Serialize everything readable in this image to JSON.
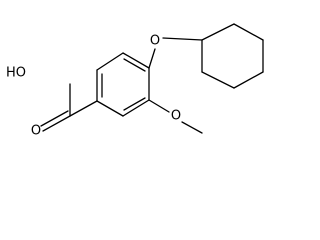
{
  "molecule": {
    "labels": {
      "hydroxyl": "HO",
      "carbonyl_oxygen": "O",
      "ether_oxygen_cyclohexyl": "O",
      "ether_oxygen_methoxy": "O"
    }
  }
}
